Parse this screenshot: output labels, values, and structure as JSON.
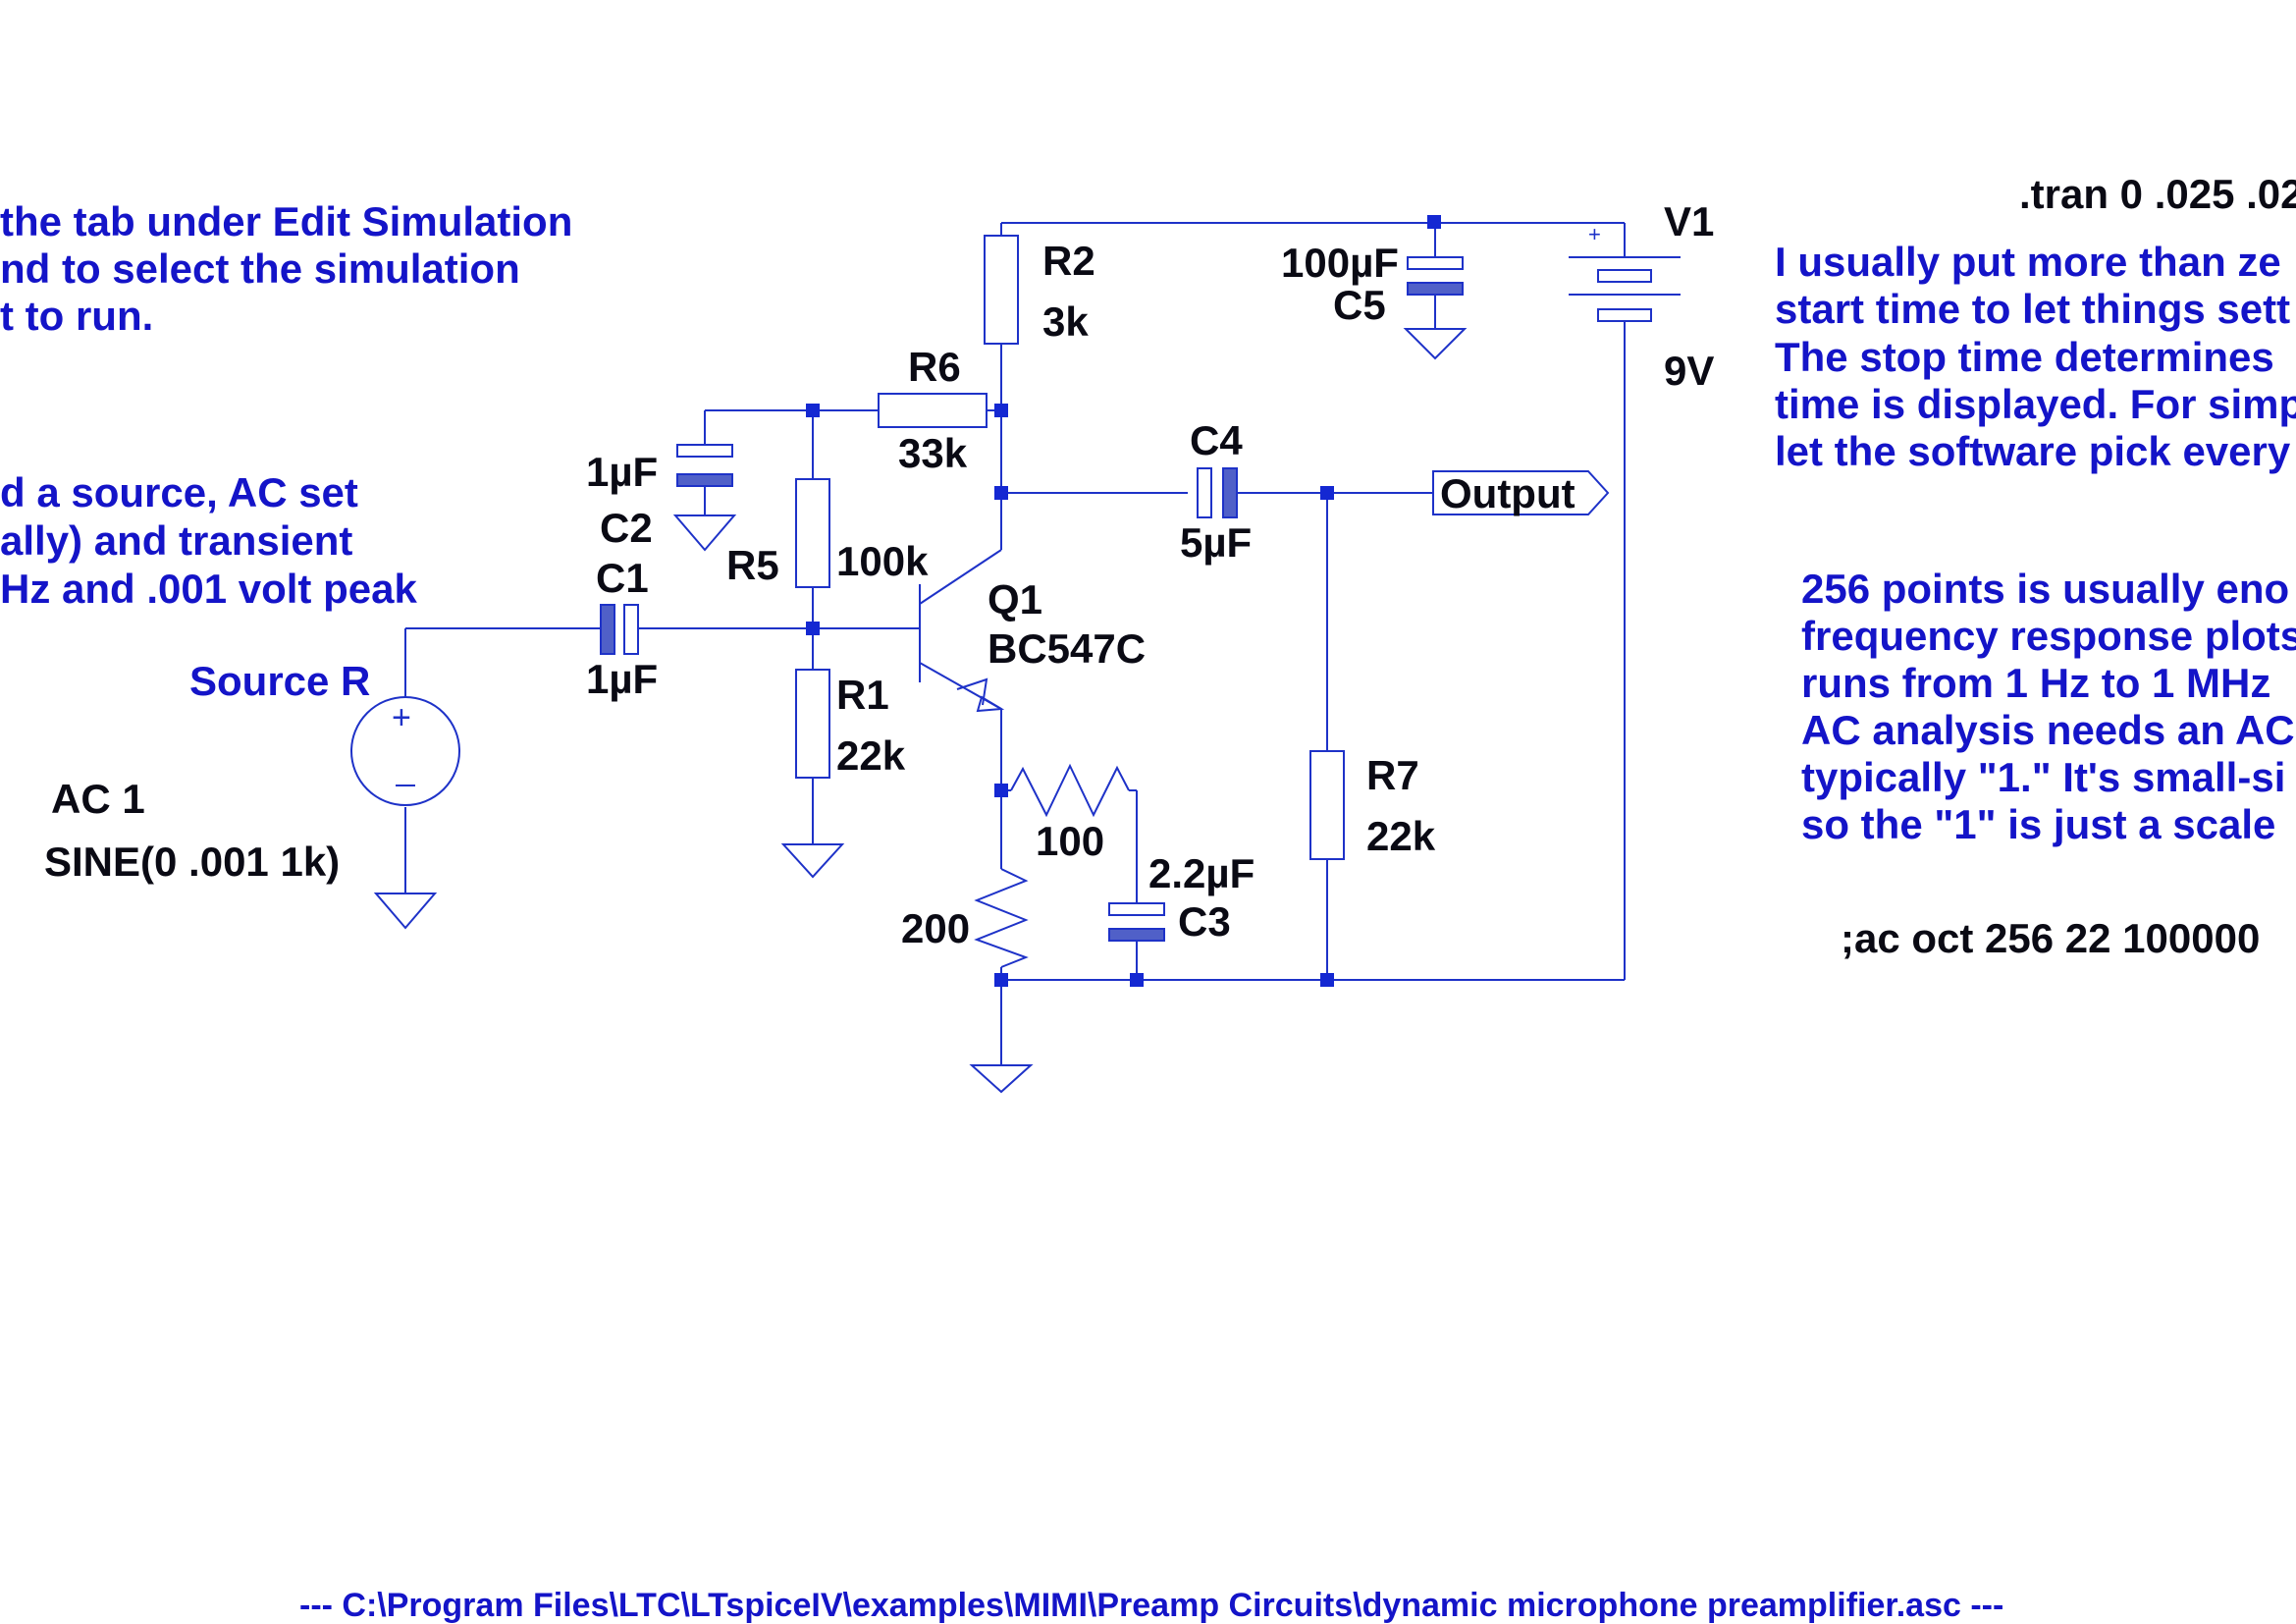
{
  "comments": {
    "left_top": [
      "the tab under Edit Simulation",
      "nd to select the simulation",
      "t to run."
    ],
    "left_mid": [
      "d a source, AC set",
      "ally) and transient",
      "Hz and .001 volt peak"
    ],
    "right_top": [
      "I usually put more than ze",
      "start time to let things sett",
      "The stop time determines",
      "time is displayed. For simp",
      "let the software pick every"
    ],
    "right_mid": [
      "256 points is usually eno",
      "frequency response plots",
      "runs from 1 Hz to 1 MHz",
      "AC analysis needs an AC",
      "typically \"1.\" It's small-si",
      "so the \"1\" is just a scale"
    ]
  },
  "directives": {
    "tran": ".tran 0 .025 .02",
    "ac": ";ac oct 256 22 100000"
  },
  "components": {
    "R2": {
      "name": "R2",
      "value": "3k"
    },
    "R6": {
      "name": "R6",
      "value": "33k"
    },
    "R5": {
      "name": "R5",
      "value": "100k"
    },
    "R1": {
      "name": "R1",
      "value": "22k"
    },
    "R7": {
      "name": "R7",
      "value": "22k"
    },
    "R_e1": {
      "value": "100"
    },
    "R_e2": {
      "value": "200"
    },
    "C1": {
      "name": "C1",
      "value": "1µF"
    },
    "C2": {
      "name": "C2",
      "value": "1µF"
    },
    "C3": {
      "name": "C3",
      "value": "2.2µF"
    },
    "C4": {
      "name": "C4",
      "value": "5µF"
    },
    "C5": {
      "name": "C5",
      "value": "100µF"
    },
    "V1": {
      "name": "V1",
      "value": "9V"
    },
    "Q1": {
      "name": "Q1",
      "model": "BC547C"
    },
    "source": {
      "name": "Source R",
      "ac": "AC 1",
      "sine": "SINE(0 .001 1k)"
    },
    "output": {
      "label": "Output"
    }
  },
  "footer": "---  C:\\Program Files\\LTC\\LTspiceIV\\examples\\MIMI\\Preamp Circuits\\dynamic microphone preamplifier.asc  ---"
}
